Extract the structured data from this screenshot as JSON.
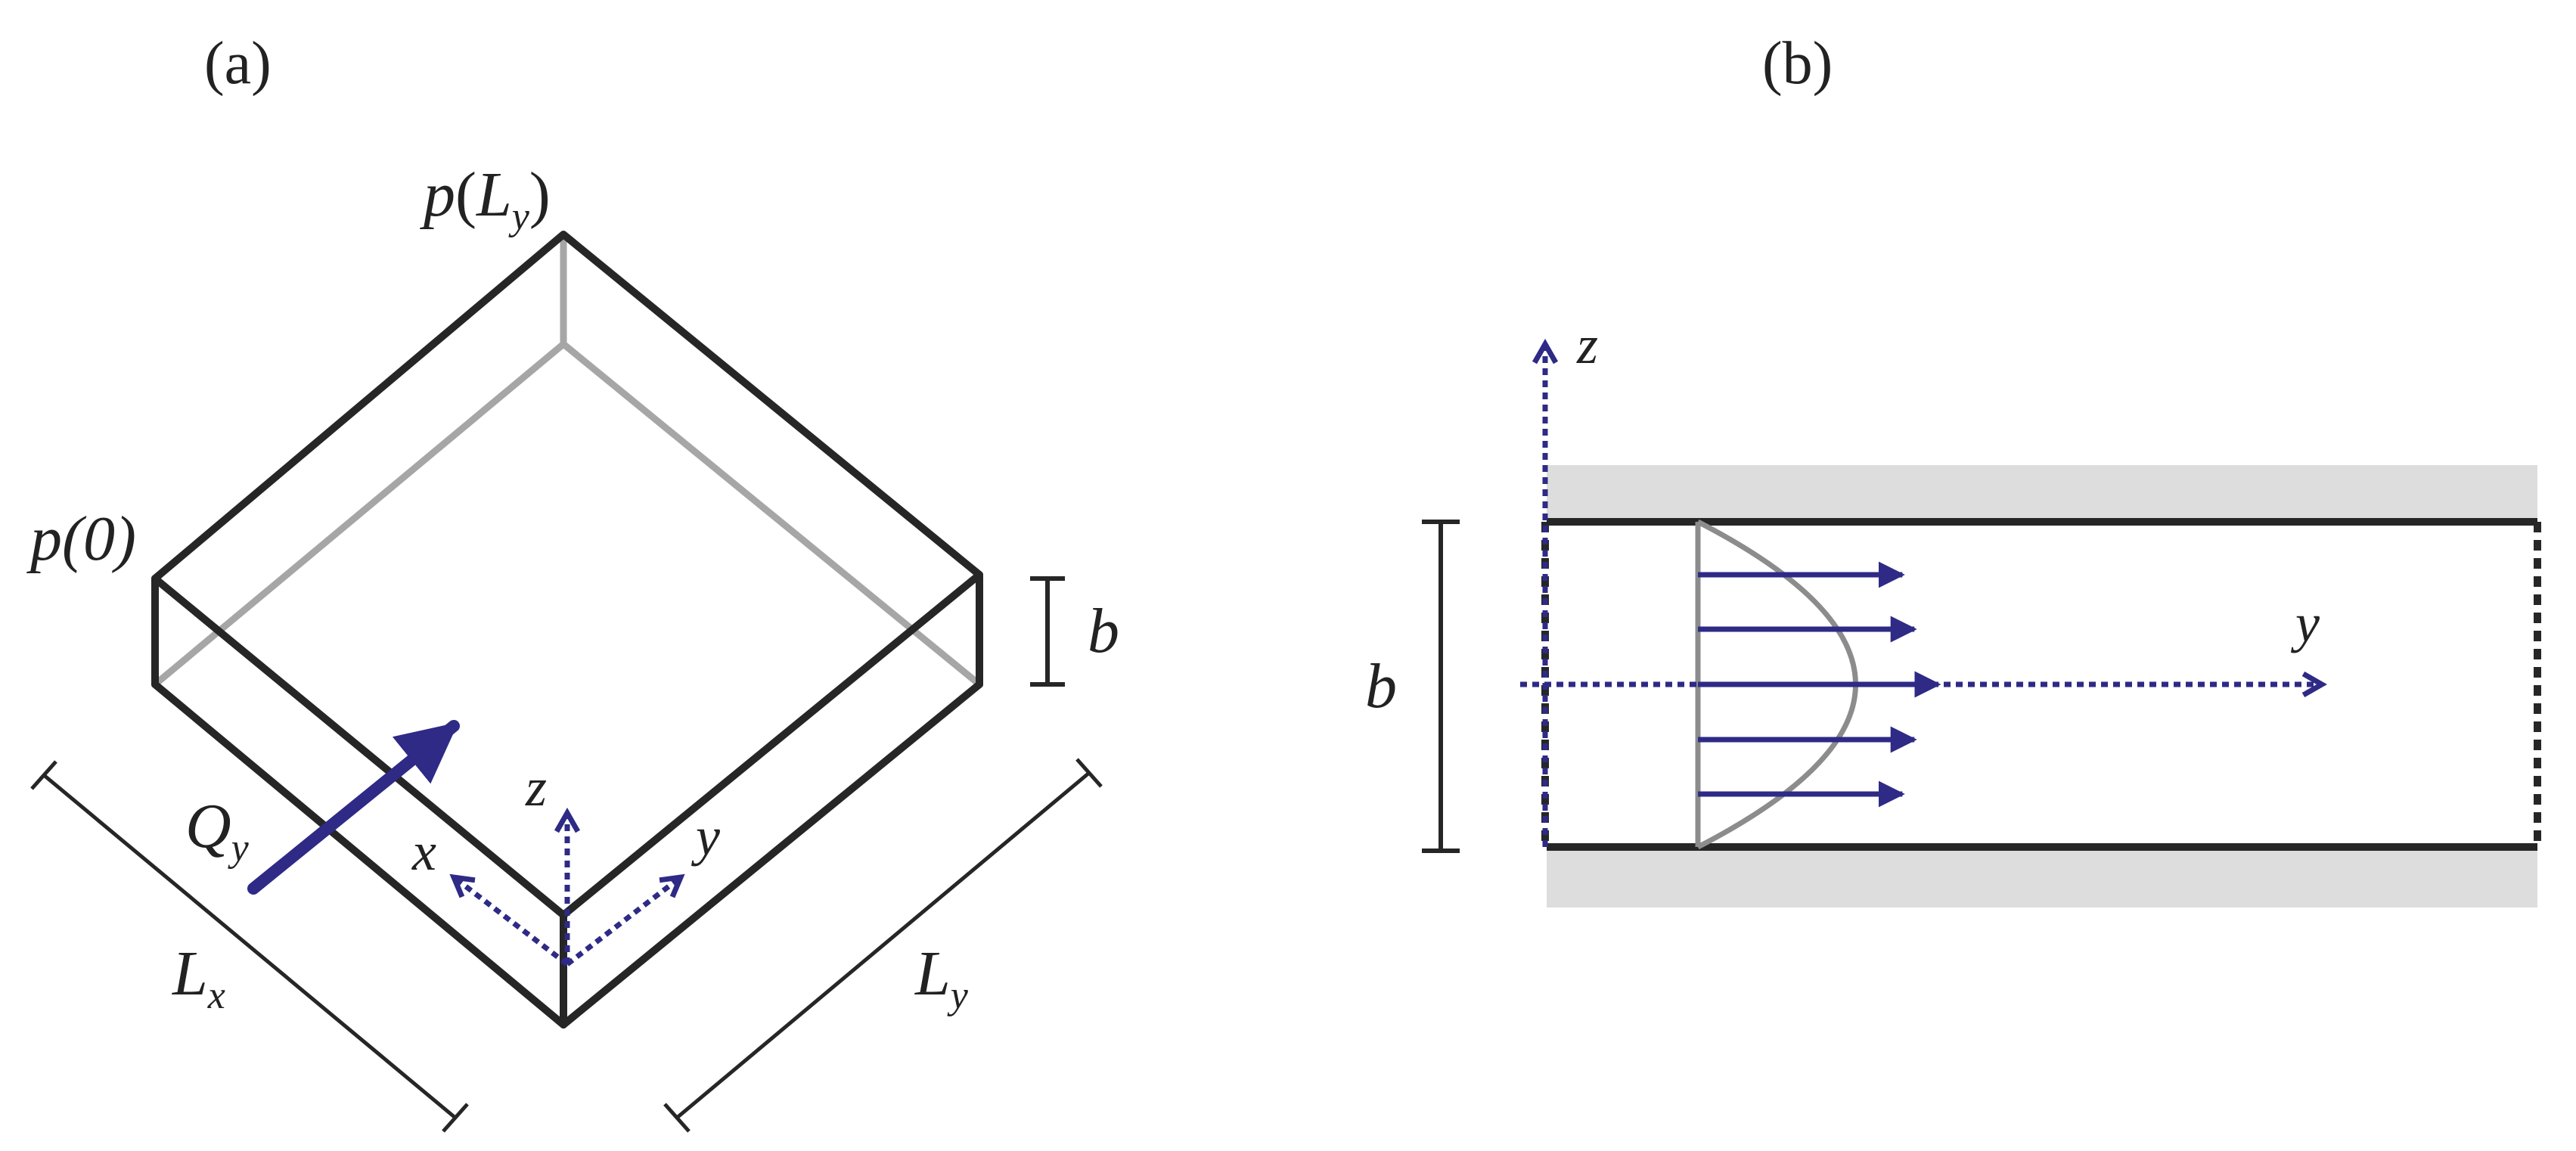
{
  "panel_a": {
    "label": "(a)",
    "pressure_top": {
      "p": "p",
      "open": "(",
      "L": "L",
      "sub": "y",
      "close": ")"
    },
    "pressure_left": "p(0)",
    "height_label": "b",
    "flow": {
      "Q": "Q",
      "sub": "y"
    },
    "length_x": {
      "L": "L",
      "sub": "x"
    },
    "length_y": {
      "L": "L",
      "sub": "y"
    },
    "axes": {
      "x": "x",
      "y": "y",
      "z": "z"
    }
  },
  "panel_b": {
    "label": "(b)",
    "gap_label": "b",
    "axes": {
      "y": "y",
      "z": "z"
    },
    "velocity_arrow_fractions": [
      0.85,
      0.9,
      1.0,
      0.9,
      0.85
    ]
  },
  "colors": {
    "edge_dark": "#262626",
    "edge_light": "#a6a6a6",
    "accent": "#2e2a86",
    "plate_fill": "#dcdddc",
    "profile": "#8c8c8c"
  }
}
